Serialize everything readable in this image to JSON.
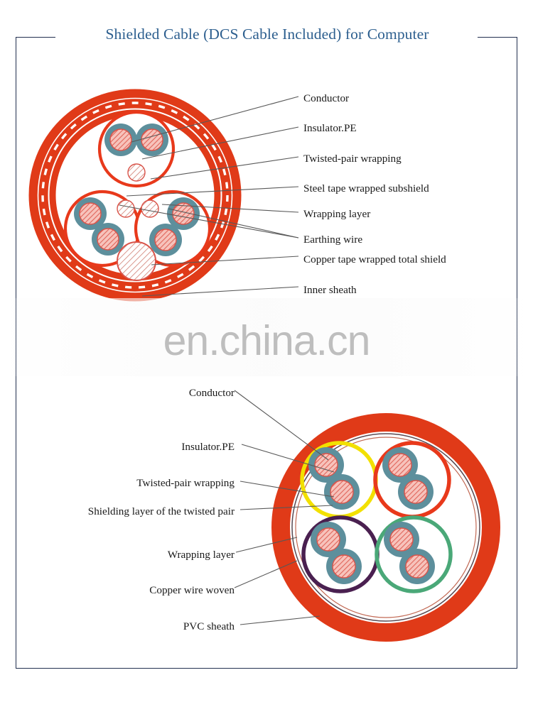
{
  "document": {
    "title": "Shielded Cable (DCS Cable Included) for Computer",
    "watermark": "en.china.cn",
    "frame_color": "#22304f",
    "title_color": "#2d5f8f"
  },
  "upper_diagram": {
    "name": "armoured-shielded-cable-cross-section",
    "labels": [
      {
        "id": "conductor",
        "text": "Conductor"
      },
      {
        "id": "insulator-pe",
        "text": "Insulator.PE"
      },
      {
        "id": "twisted-pair-wrapping",
        "text": "Twisted-pair wrapping"
      },
      {
        "id": "steel-tape-subshield",
        "text": "Steel tape wrapped subshield"
      },
      {
        "id": "wrapping-layer",
        "text": "Wrapping layer"
      },
      {
        "id": "earthing-wire",
        "text": "Earthing wire"
      },
      {
        "id": "copper-tape-shield",
        "text": "Copper tape wrapped total shield"
      },
      {
        "id": "inner-sheath",
        "text": "Inner sheath"
      }
    ],
    "colors": {
      "sheath_red": "#e03a18",
      "ring_red": "#e8391b",
      "insulator_teal": "#5d8f9c",
      "conductor_pink": "#f2a8a0",
      "conductor_hatch": "#d9544a",
      "filler_white": "#ffffff"
    },
    "pair_count": 3,
    "earthing_wire_count": 3,
    "filler_count": 1
  },
  "lower_diagram": {
    "name": "pvc-sheathed-four-pair-cable-cross-section",
    "labels": [
      {
        "id": "conductor",
        "text": "Conductor"
      },
      {
        "id": "insulator-pe",
        "text": "Insulator.PE"
      },
      {
        "id": "twisted-pair-wrapping",
        "text": "Twisted-pair wrapping"
      },
      {
        "id": "shielding-layer-pair",
        "text": "Shielding layer of the twisted pair"
      },
      {
        "id": "wrapping-layer",
        "text": "Wrapping layer"
      },
      {
        "id": "copper-wire-woven",
        "text": "Copper wire woven"
      },
      {
        "id": "pvc-sheath",
        "text": "PVC sheath"
      }
    ],
    "pairs": [
      {
        "id": "pair-top-left",
        "ring_color": "#f2e000"
      },
      {
        "id": "pair-top-right",
        "ring_color": "#e8391b"
      },
      {
        "id": "pair-bottom-left",
        "ring_color": "#4a2050"
      },
      {
        "id": "pair-bottom-right",
        "ring_color": "#4aa878"
      }
    ],
    "colors": {
      "sheath_red": "#e03a18",
      "insulator_teal": "#5d8f9c",
      "conductor_pink": "#f2a8a0",
      "inner_circle": "#5a4a52"
    },
    "pair_count": 4
  }
}
